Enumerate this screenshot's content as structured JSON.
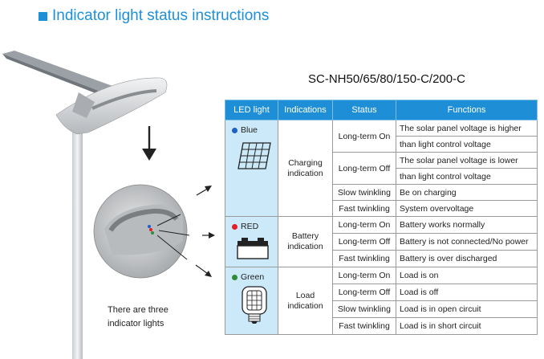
{
  "heading": "Indicator light status instructions",
  "model": "SC-NH50/65/80/150-C/200-C",
  "caption": [
    "There are three",
    "indicator lights"
  ],
  "colors": {
    "accent": "#1e90d8",
    "header_bg": "#1e8fd6",
    "led_cell_bg": "#cbe9f8",
    "blue": "#1f5fc8",
    "red": "#e41e26",
    "green": "#2e8b3a"
  },
  "table": {
    "headers": [
      "LED light",
      "Indications",
      "Status",
      "Functions"
    ],
    "groups": [
      {
        "led": "Blue",
        "icon": "solar-panel-icon",
        "indication": "Charging indication",
        "rows": [
          {
            "status": "Long-term On",
            "functions": [
              "The solar panel voltage is higher",
              "than light control voltage"
            ]
          },
          {
            "status": "Long-term Off",
            "functions": [
              "The solar panel voltage is lower",
              "than light control voltage"
            ]
          },
          {
            "status": "Slow twinkling",
            "functions": [
              "Be on charging"
            ]
          },
          {
            "status": "Fast twinkling",
            "functions": [
              "System overvoltage"
            ]
          }
        ]
      },
      {
        "led": "RED",
        "icon": "battery-icon",
        "indication": "Battery indication",
        "rows": [
          {
            "status": "Long-term On",
            "functions": [
              "Battery works normally"
            ]
          },
          {
            "status": "Long-term Off",
            "functions": [
              "Battery is not connected/No power"
            ]
          },
          {
            "status": "Fast twinkling",
            "functions": [
              "Battery is over discharged"
            ]
          }
        ]
      },
      {
        "led": "Green",
        "icon": "lamp-icon",
        "indication": "Load indication",
        "rows": [
          {
            "status": "Long-term On",
            "functions": [
              "Load is on"
            ]
          },
          {
            "status": "Long-term Off",
            "functions": [
              "Load is off"
            ]
          },
          {
            "status": "Slow twinkling",
            "functions": [
              "Load is in open circuit"
            ]
          },
          {
            "status": "Fast twinkling",
            "functions": [
              "Load is in short circuit"
            ]
          }
        ]
      }
    ]
  }
}
